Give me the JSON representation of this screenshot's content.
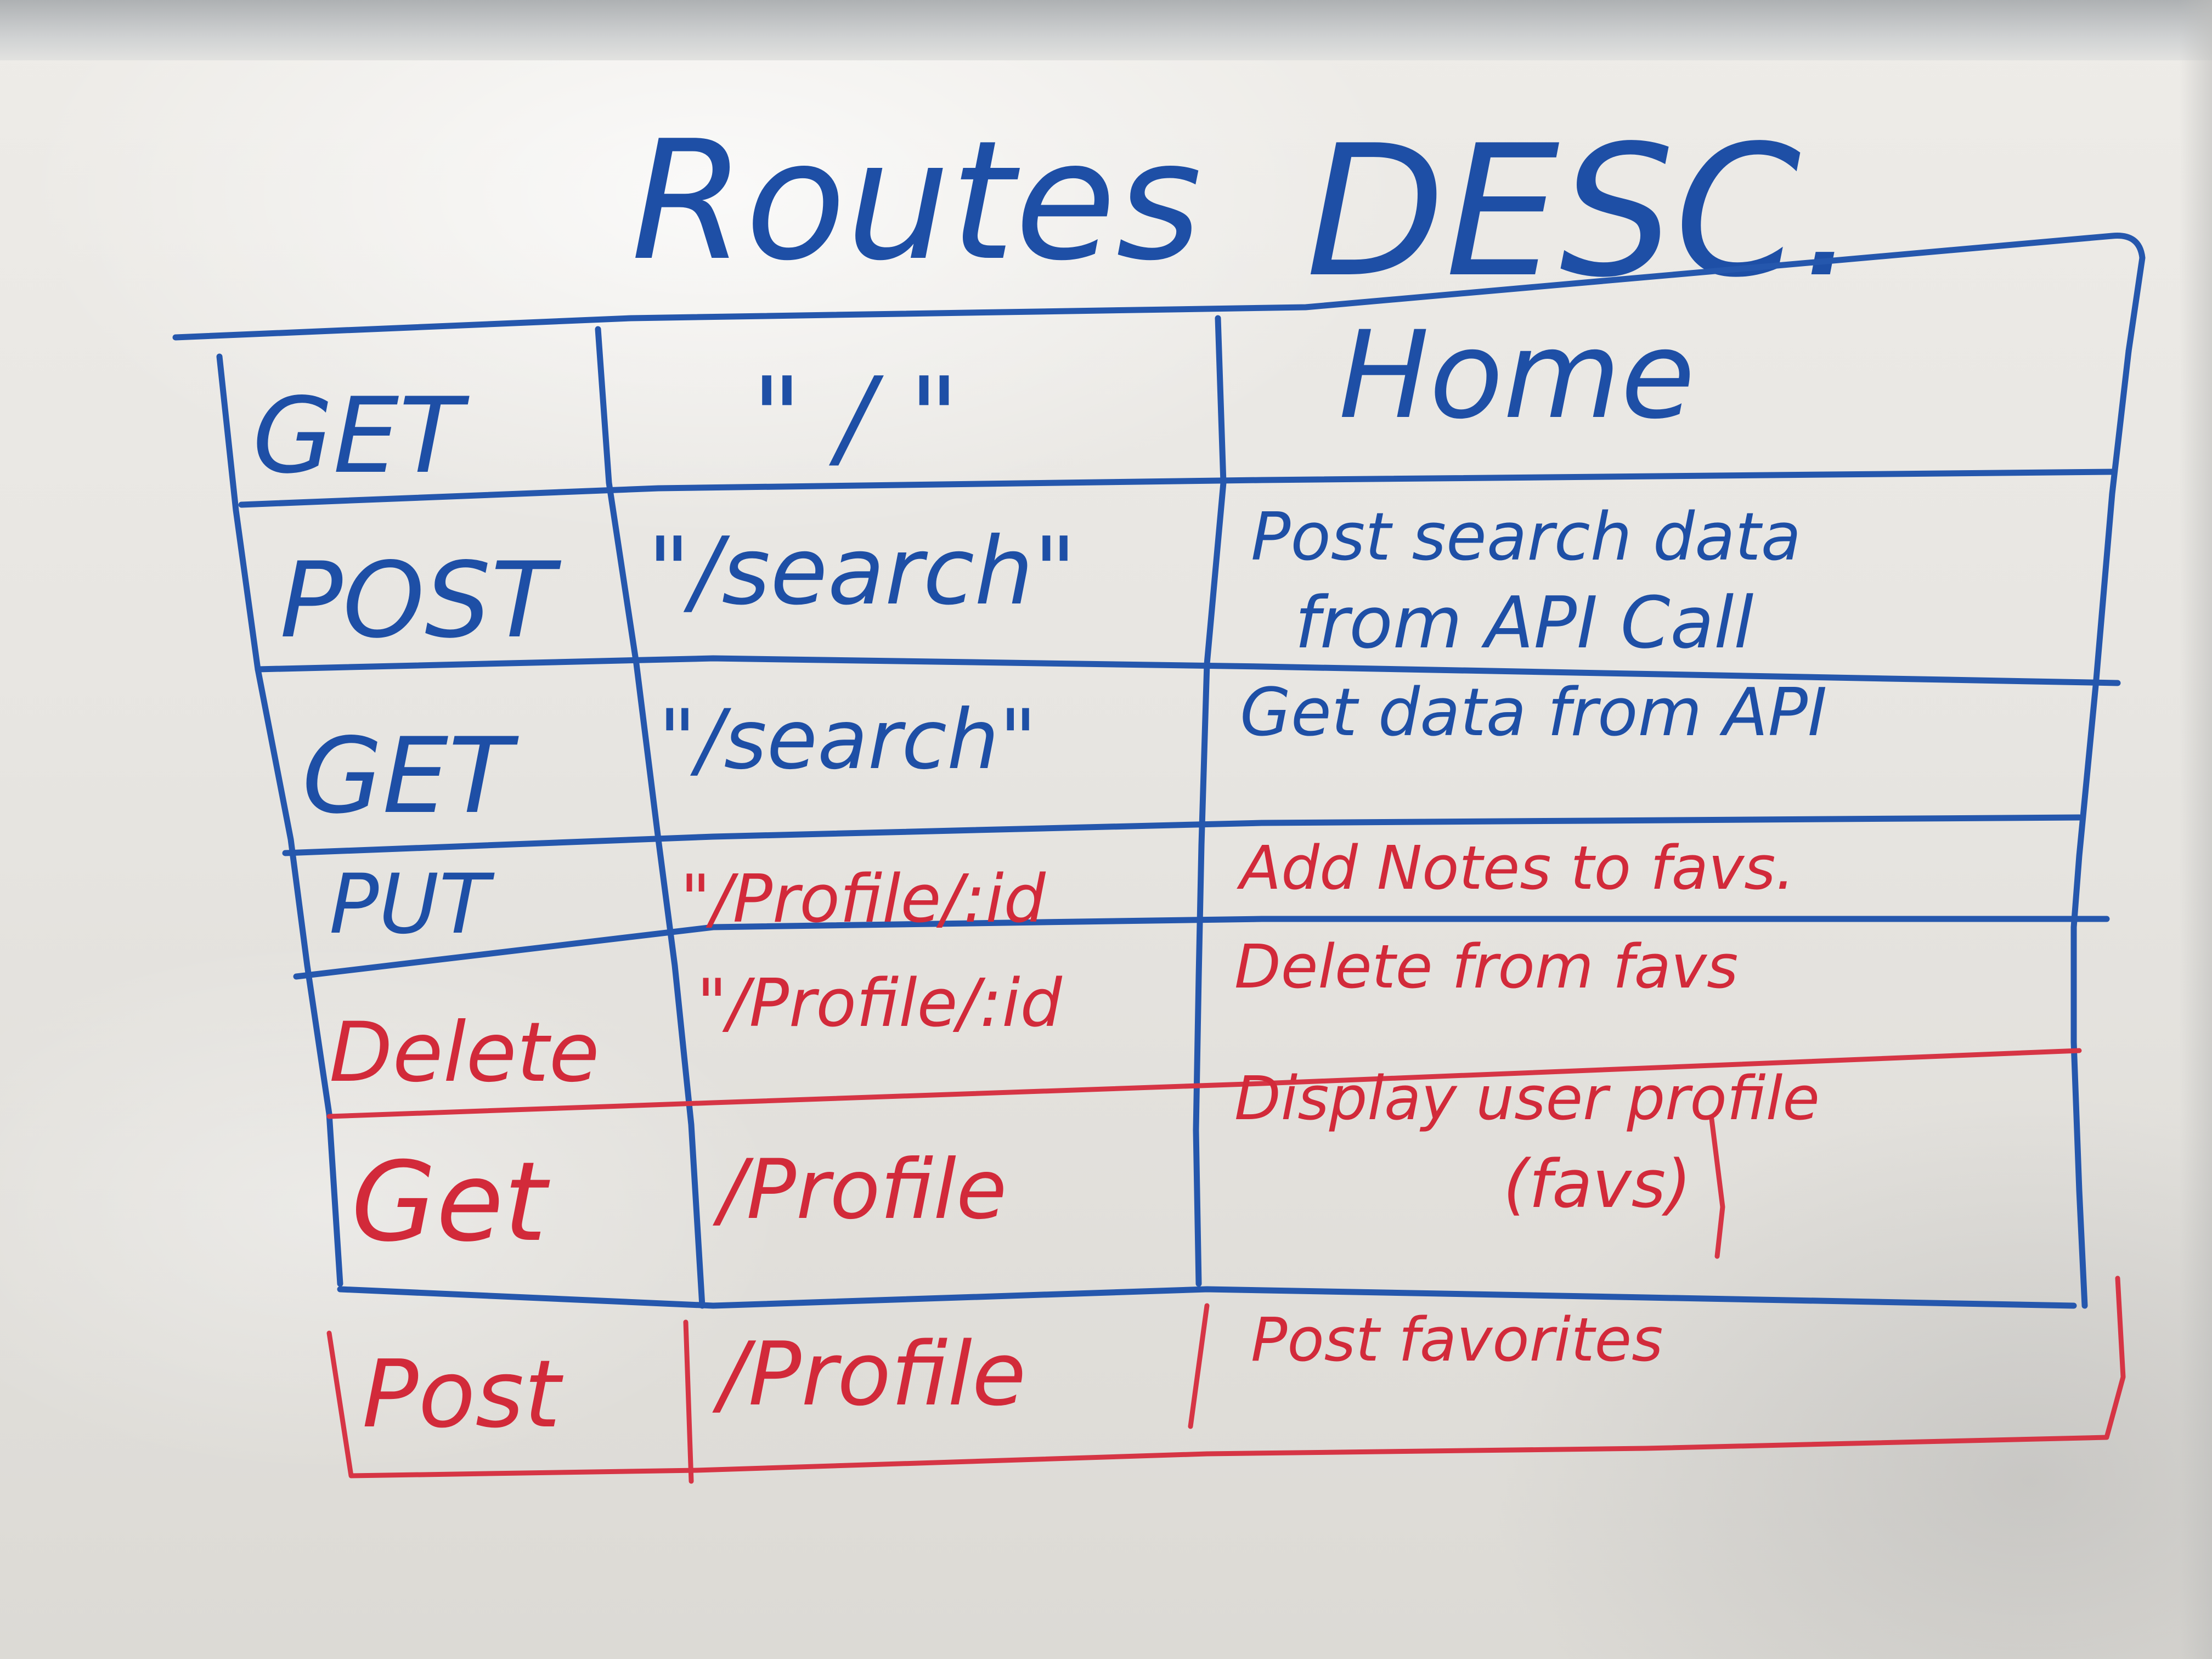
{
  "title": {
    "left": "Routes",
    "right": "DESC."
  },
  "ink_colors": {
    "blue": "#1e4fa6",
    "red": "#d22a3a"
  },
  "rows": [
    {
      "method": "GET",
      "path": "\" / \"",
      "desc": [
        "Home"
      ],
      "color": "blue"
    },
    {
      "method": "POST",
      "path": "\"/search\"",
      "desc": [
        "Post search data",
        "from API Call"
      ],
      "color": "blue"
    },
    {
      "method": "GET",
      "path": "\"/search\"",
      "desc": [
        "Get data from API"
      ],
      "color": "blue"
    },
    {
      "method": "PUT",
      "path": "\"/Profile/:id",
      "desc": [
        "Add Notes to favs."
      ],
      "color": "red",
      "method_color": "blue"
    },
    {
      "method": "Delete",
      "path": "\"/Profile/:id",
      "desc": [
        "Delete from favs"
      ],
      "color": "red"
    },
    {
      "method": "Get",
      "path": "/Profile",
      "desc": [
        "Display user profile",
        "(favs)"
      ],
      "color": "red"
    },
    {
      "method": "Post",
      "path": "/Profile",
      "desc": [
        "Post favorites"
      ],
      "color": "red"
    }
  ]
}
